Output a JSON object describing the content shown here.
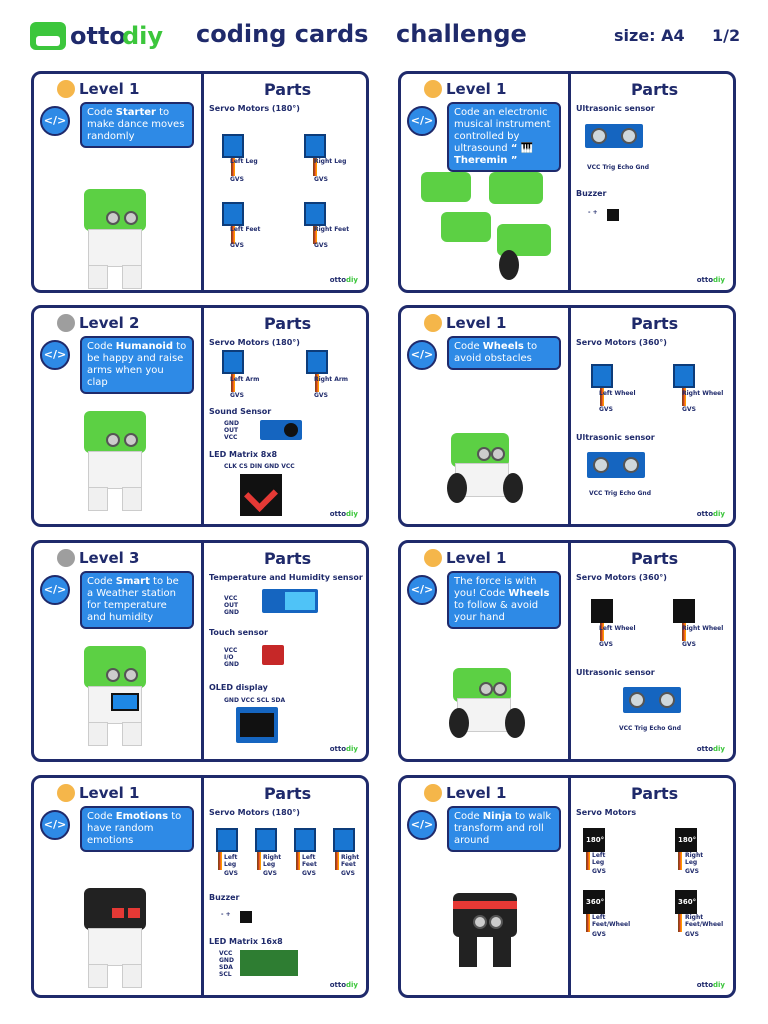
{
  "header": {
    "logo_otto": "otto",
    "logo_diy": "diy",
    "title_1": "coding cards",
    "title_2": "challenge",
    "size": "size: A4",
    "page": "1/2"
  },
  "footer_logo": {
    "otto": "otto",
    "diy": "diy"
  },
  "parts_title": "Parts",
  "code_icon": "</>",
  "cards": [
    {
      "level": "Level 1",
      "bubble_pre": "Code ",
      "bubble_bold": "Starter",
      "bubble_post": " to make dance moves randomly",
      "sections": [
        {
          "title": "Servo Motors (180°)",
          "items": [
            "Left Leg",
            "Right Leg",
            "Left Feet",
            "Right Feet"
          ],
          "pins": "GVS"
        }
      ]
    },
    {
      "level": "Level 1",
      "bubble_pre": "Code an electronic musical instrument controlled by ultrasound ",
      "bubble_bold": "“ 🎹Theremin ”",
      "bubble_post": "",
      "sections": [
        {
          "title": "Ultrasonic sensor",
          "pins": "VCC Trig Echo Gnd"
        },
        {
          "title": "Buzzer",
          "pins": "- +"
        }
      ]
    },
    {
      "level": "Level 2",
      "bubble_pre": "Code ",
      "bubble_bold": "Humanoid",
      "bubble_post": " to be happy and raise arms when you clap",
      "sections": [
        {
          "title": "Servo Motors (180°)",
          "items": [
            "Left Arm",
            "Right Arm"
          ],
          "pins": "GVS"
        },
        {
          "title": "Sound Sensor",
          "pins": "GND OUT VCC"
        },
        {
          "title": "LED Matrix 8x8",
          "pins": "CLK CS DIN GND VCC"
        }
      ]
    },
    {
      "level": "Level 1",
      "bubble_pre": "Code ",
      "bubble_bold": "Wheels",
      "bubble_post": " to avoid obstacles",
      "sections": [
        {
          "title": "Servo Motors (360°)",
          "items": [
            "Left Wheel",
            "Right Wheel"
          ],
          "pins": "GVS"
        },
        {
          "title": "Ultrasonic sensor",
          "pins": "VCC Trig Echo Gnd"
        }
      ]
    },
    {
      "level": "Level 3",
      "bubble_pre": "Code ",
      "bubble_bold": "Smart",
      "bubble_post": " to be a Weather station for temperature and humidity",
      "sections": [
        {
          "title": "Temperature and Humidity sensor",
          "pins": "VCC OUT GND"
        },
        {
          "title": "Touch sensor",
          "pins": "VCC I/O GND"
        },
        {
          "title": "OLED display",
          "pins": "GND VCC SCL SDA"
        }
      ]
    },
    {
      "level": "Level 1",
      "bubble_pre": "The force is with you! Code ",
      "bubble_bold": "Wheels",
      "bubble_post": " to follow & avoid your hand",
      "sections": [
        {
          "title": "Servo Motors (360°)",
          "items": [
            "Left Wheel",
            "Right Wheel"
          ],
          "pins": "GVS"
        },
        {
          "title": "Ultrasonic sensor",
          "pins": "VCC Trig Echo Gnd"
        }
      ]
    },
    {
      "level": "Level 1",
      "bubble_pre": "Code ",
      "bubble_bold": "Emotions",
      "bubble_post": " to have random emotions",
      "sections": [
        {
          "title": "Servo Motors (180°)",
          "items": [
            "Left Leg",
            "Right Leg",
            "Left Feet",
            "Right Feet"
          ],
          "pins": "GVS"
        },
        {
          "title": "Buzzer",
          "pins": "- +"
        },
        {
          "title": "LED Matrix 16x8",
          "pins": "VCC GND SDA SCL"
        }
      ]
    },
    {
      "level": "Level 1",
      "bubble_pre": "Code ",
      "bubble_bold": "Ninja",
      "bubble_post": " to walk transform and roll around",
      "sections": [
        {
          "title": "Servo Motors",
          "items": [
            "Left Leg",
            "Right Leg",
            "Left Feet/Wheel",
            "Right Feet/Wheel"
          ],
          "angles": [
            "180°",
            "180°",
            "360°",
            "360°"
          ],
          "pins": "GVS"
        }
      ]
    }
  ],
  "colors": {
    "navy": "#1f2a6b",
    "blue": "#2e8ae6",
    "green": "#3cc63c"
  }
}
